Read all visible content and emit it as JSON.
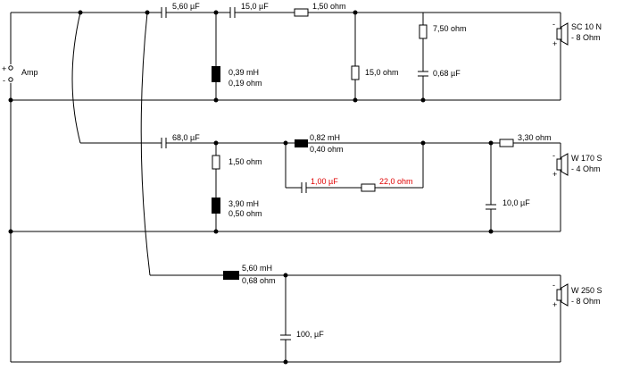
{
  "amp": {
    "label": "Amp",
    "plus": "+",
    "minus": "-"
  },
  "tweeter": {
    "c1": "5,60 µF",
    "c2": "15,0 µF",
    "r_series": "1,50 ohm",
    "l_shunt": "0,39 mH",
    "l_shunt_r": "0,19 ohm",
    "r_shunt": "15,0 ohm",
    "r_notch": "7,50 ohm",
    "c_notch": "0,68 µF",
    "speaker_name": "SC 10 N",
    "speaker_imp": "- 8 Ohm",
    "plus": "+",
    "minus": "-"
  },
  "mid": {
    "c1": "68,0 µF",
    "l_series": "0,82 mH",
    "l_series_r": "0,40 ohm",
    "r_shunt": "1,50 ohm",
    "l_shunt": "3,90 mH",
    "l_shunt_r": "0,50 ohm",
    "c_par": "1,00 µF",
    "r_par": "22,0 ohm",
    "r_series": "3,30 ohm",
    "c_shunt": "10,0 µF",
    "speaker_name": "W 170 S",
    "speaker_imp": "- 4 Ohm",
    "plus": "+",
    "minus": "-"
  },
  "woofer": {
    "l_series": "5,60 mH",
    "l_series_r": "0,68 ohm",
    "c_shunt": "100, µF",
    "speaker_name": "W 250 S",
    "speaker_imp": "- 8 Ohm",
    "plus": "+",
    "minus": "-"
  }
}
